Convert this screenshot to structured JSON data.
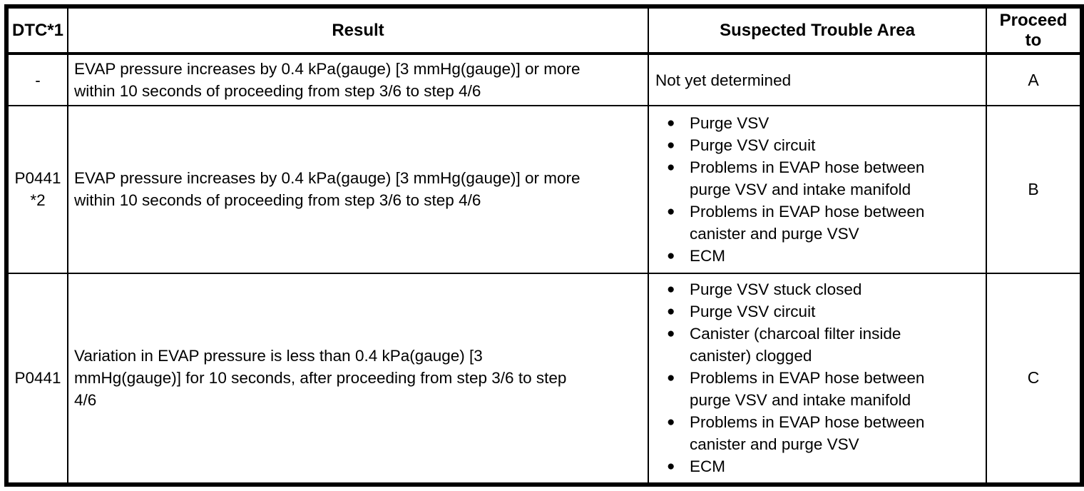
{
  "colors": {
    "background": "#ffffff",
    "text": "#000000",
    "border": "#000000"
  },
  "icons": {
    "bullet": "●"
  },
  "table": {
    "headers": [
      "DTC*1",
      "Result",
      "Suspected Trouble Area",
      "Proceed to"
    ],
    "rows": [
      {
        "dtc": "-",
        "result": "EVAP pressure increases by 0.4 kPa(gauge) [3 mmHg(gauge)] or more\nwithin 10 seconds of proceeding from step 3/6 to step 4/6",
        "trouble": "Not yet determined",
        "proceed": "A"
      },
      {
        "dtc": "P0441\n*2",
        "result": "EVAP pressure increases by 0.4 kPa(gauge) [3 mmHg(gauge)] or more\nwithin 10 seconds of proceeding from step 3/6 to step 4/6",
        "trouble_items": [
          "Purge VSV",
          "Purge VSV circuit",
          "Problems in EVAP hose between\npurge VSV and intake manifold",
          "Problems in EVAP hose between\ncanister and purge VSV",
          "ECM"
        ],
        "proceed": "B"
      },
      {
        "dtc": "P0441",
        "result": "Variation in EVAP pressure is less than 0.4 kPa(gauge) [3\nmmHg(gauge)] for 10 seconds, after proceeding from step 3/6 to step\n4/6",
        "trouble_items": [
          "Purge VSV stuck closed",
          "Purge VSV circuit",
          "Canister (charcoal filter inside\ncanister) clogged",
          "Problems in EVAP hose between\npurge VSV and intake manifold",
          "Problems in EVAP hose between\ncanister and purge VSV",
          "ECM"
        ],
        "proceed": "C"
      }
    ]
  }
}
